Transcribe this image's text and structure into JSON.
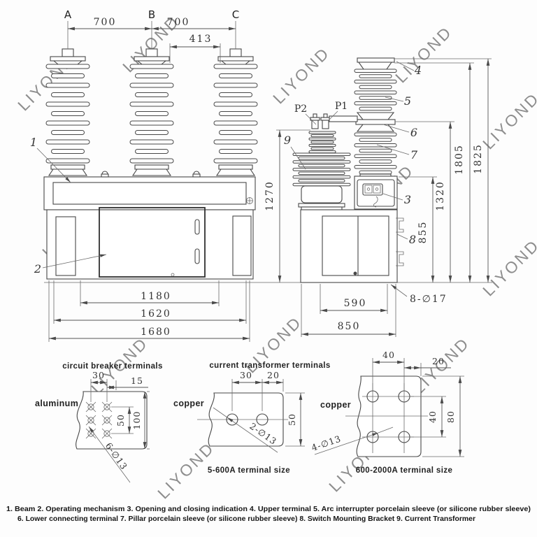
{
  "watermark": {
    "text": "LIYOND",
    "color": "#cdcdcd"
  },
  "front": {
    "pole_a": "A",
    "pole_b": "B",
    "pole_c": "C",
    "dim_ab": "700",
    "dim_bc": "700",
    "dim_413": "413",
    "dim_1180": "1180",
    "dim_1620": "1620",
    "dim_1680": "1680",
    "callout_beam": "1",
    "callout_mechanism": "2"
  },
  "side": {
    "label_p2": "P2",
    "label_p1": "P1",
    "dim_1270": "1270",
    "dim_855": "855",
    "dim_1320": "1320",
    "dim_1805": "1805",
    "dim_1825": "1825",
    "dim_590": "590",
    "dim_850": "850",
    "dim_holes": "8-∅17",
    "callout_indication": "3",
    "callout_upper_terminal": "4",
    "callout_arc_sleeve": "5",
    "callout_lower_terminal": "6",
    "callout_pillar_sleeve": "7",
    "callout_bracket": "8",
    "callout_ct": "9"
  },
  "detail_cb": {
    "title": "circuit breaker terminals",
    "material": "aluminum",
    "dim_30": "30",
    "dim_15": "15",
    "dim_50": "50",
    "dim_100": "100",
    "holes": "6-∅13"
  },
  "detail_ct": {
    "title": "current transformer terminals",
    "material": "copper",
    "dim_30": "30",
    "dim_20": "20",
    "dim_50": "50",
    "holes": "2-∅13",
    "caption": "5-600A terminal size"
  },
  "detail_large": {
    "material": "copper",
    "dim_40": "40",
    "dim_20": "20",
    "dim_40v": "40",
    "dim_80": "80",
    "holes": "4-∅13",
    "caption": "600-2000A terminal size"
  },
  "legend": {
    "line1": "1. Beam 2. Operating mechanism 3. Opening and closing indication 4. Upper terminal 5. Arc interrupter porcelain sleeve (or silicone rubber sleeve)",
    "line2": "6. Lower connecting terminal 7. Pillar porcelain sleeve (or silicone rubber sleeve) 8. Switch Mounting Bracket 9. Current Transformer"
  }
}
